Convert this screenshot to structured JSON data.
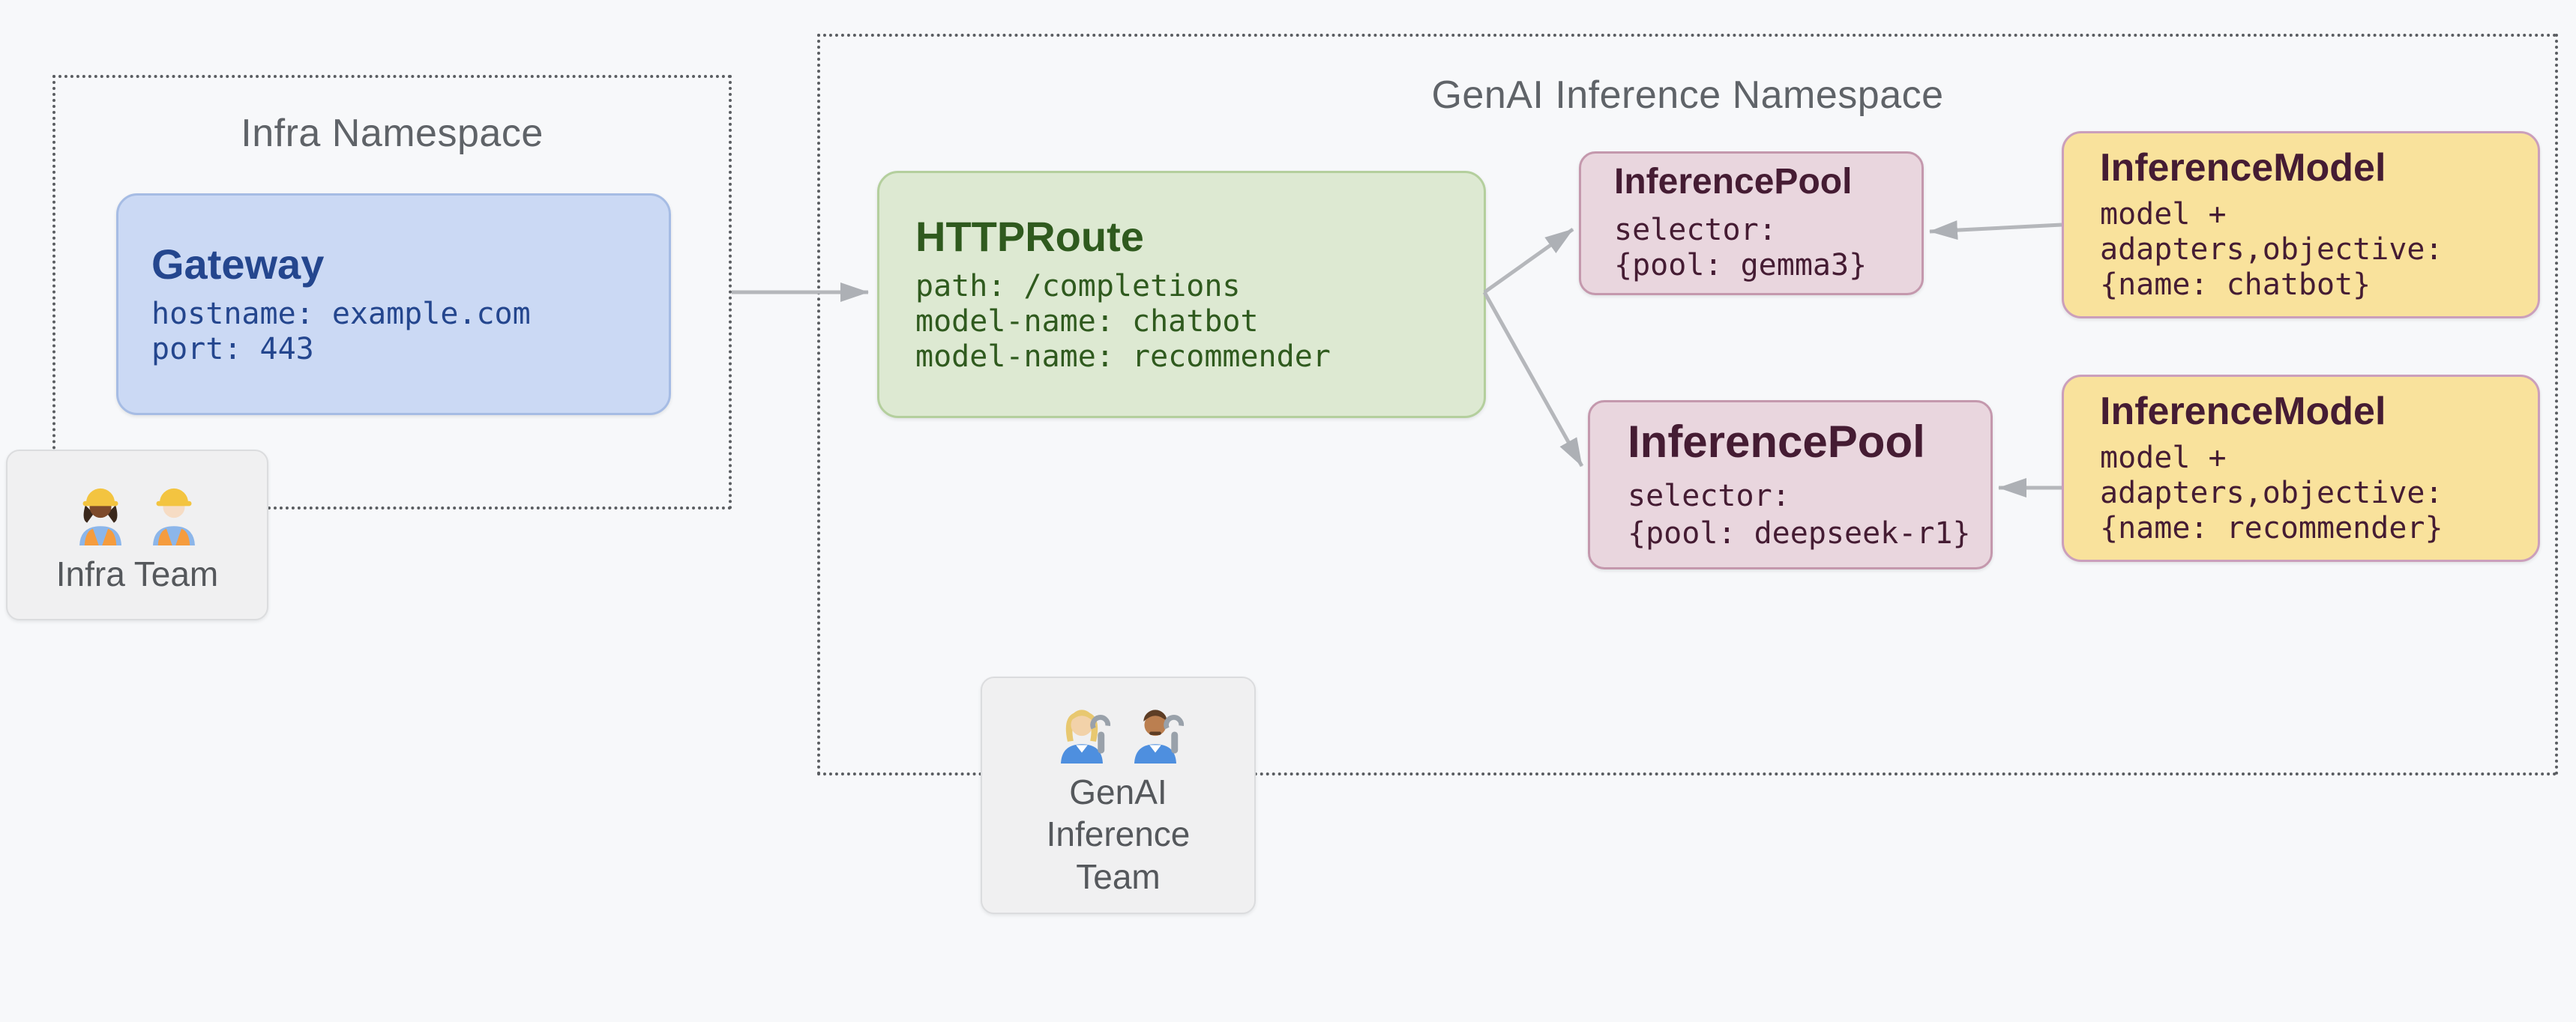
{
  "infra_namespace": {
    "title": "Infra Namespace",
    "gateway": {
      "title": "Gateway",
      "lines": [
        "hostname: example.com",
        "port: 443"
      ]
    },
    "team": {
      "label": "Infra Team",
      "members": [
        "woman-construction-worker-dark-skin",
        "man-construction-worker-light-skin"
      ]
    }
  },
  "genai_namespace": {
    "title": "GenAI Inference Namespace",
    "httproute": {
      "title": "HTTPRoute",
      "lines": [
        "path: /completions",
        "model-name: chatbot",
        "model-name: recommender"
      ]
    },
    "pools": [
      {
        "title": "InferencePool",
        "lines": [
          "selector:",
          "{pool: gemma3}"
        ]
      },
      {
        "title": "InferencePool",
        "lines": [
          "selector:",
          "{pool: deepseek-r1}"
        ]
      }
    ],
    "models": [
      {
        "title": "InferenceModel",
        "lines": [
          "model +",
          "adapters,objective:",
          "{name: chatbot}"
        ]
      },
      {
        "title": "InferenceModel",
        "lines": [
          "model +",
          "adapters,objective:",
          "{name: recommender}"
        ]
      }
    ],
    "team": {
      "label": "GenAI Inference Team",
      "members": [
        "woman-mechanic-light-skin-blonde",
        "man-mechanic-medium-skin"
      ]
    }
  },
  "connections": [
    "gateway to httproute",
    "httproute to inferencepool-gemma3",
    "httproute to inferencepool-deepseek-r1",
    "inferencemodel-chatbot to inferencepool-gemma3",
    "inferencemodel-recommender to inferencepool-deepseek-r1"
  ],
  "colors": {
    "background": "#f7f8fa",
    "namespace_border": "#5a5d61",
    "namespace_title": "#5f6368",
    "gateway_fill": "#cbd9f4",
    "gateway_border": "#a6bce4",
    "gateway_text": "#24468e",
    "httproute_fill": "#dde9d2",
    "httproute_border": "#b4cf9d",
    "httproute_text": "#2f5a1e",
    "pool_fill": "#e9d6de",
    "pool_border": "#c498ad",
    "pool_text": "#451c33",
    "model_fill": "#f9e29c",
    "model_border": "#cb9fbb",
    "model_text": "#451c33",
    "team_fill": "#f0f0f1",
    "team_border": "#dbdcde",
    "team_text": "#55585c",
    "arrow": "#b5b7bb",
    "arrow_head": "#adb0b5"
  }
}
